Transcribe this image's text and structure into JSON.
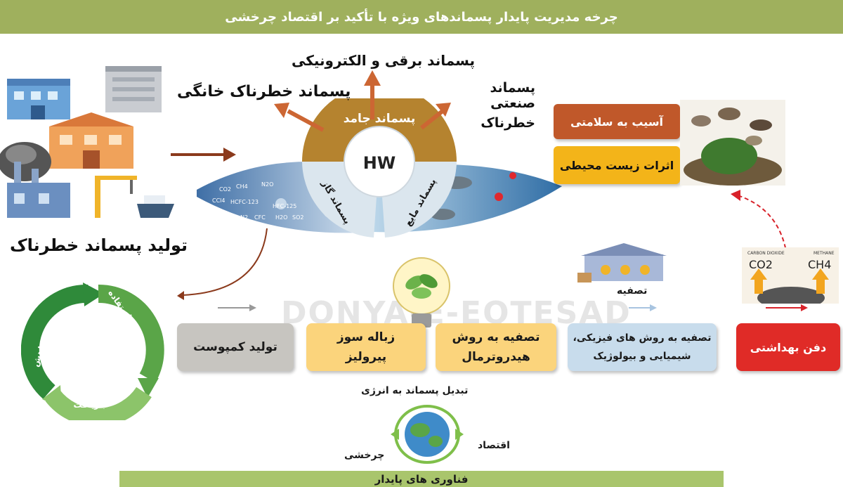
{
  "header": {
    "title": "چرخه مدیریت پایدار پسماندهای ویژه با تأکید بر اقتصاد چرخشی"
  },
  "footer": {
    "title": "فناوری های پایدار"
  },
  "watermark": "DONYA-E-EQTESAD",
  "hub": {
    "center": "HW",
    "solid": "پسماند جامد",
    "gas": "پسماند گاز",
    "liquid": "پسماند مایع",
    "gas_formulas": [
      "CO2",
      "CH4",
      "N2O",
      "CCl4",
      "HCFC-123",
      "HFC-125",
      "N2",
      "CFC",
      "H2O",
      "SO2"
    ]
  },
  "outputs": {
    "electronic": "پسماند برقی و الکترونیکی",
    "household": "پسماند خطرناک خانگی",
    "industrial_line1": "پسماند صنعتی",
    "industrial_line2": "خطرناک"
  },
  "production": {
    "label": "تولید پسماند خطرناک"
  },
  "impacts": {
    "health": "آسیب به سلامتی",
    "environment": "اثرات زیست محیطی"
  },
  "treatment_label": "تصفیه",
  "gas_labels": {
    "co2": "CO2",
    "ch4": "CH4",
    "co2_caption": "CARBON DIOXIDE",
    "ch4_caption": "METHANE"
  },
  "boxes": {
    "compost": "تولید کمپوست",
    "pyrolysis_line1": "زباله سوز",
    "pyrolysis_line2": "پیرولیز",
    "hydro_line1": "تصفیه به روش",
    "hydro_line2": "هیدروترمال",
    "physchem_line1": "تصفیه به روش های فیزیکی،",
    "physchem_line2": "شیمیایی و بیولوژیک",
    "landfill": "دفن بهداشتی"
  },
  "cycle": {
    "reduce": "کاهش",
    "reuse": "بازاستفاده",
    "recycle": "بازیافت"
  },
  "energy": {
    "waste_to_energy": "تبدیل پسماند به انرژی",
    "economy": "اقتصاد",
    "circular": "چرخشی"
  },
  "colors": {
    "header": "#9fb05d",
    "footer": "#a9c56c",
    "solid": "#b5832f",
    "arrow": "#cc6633",
    "landfill": "#e02b27"
  }
}
